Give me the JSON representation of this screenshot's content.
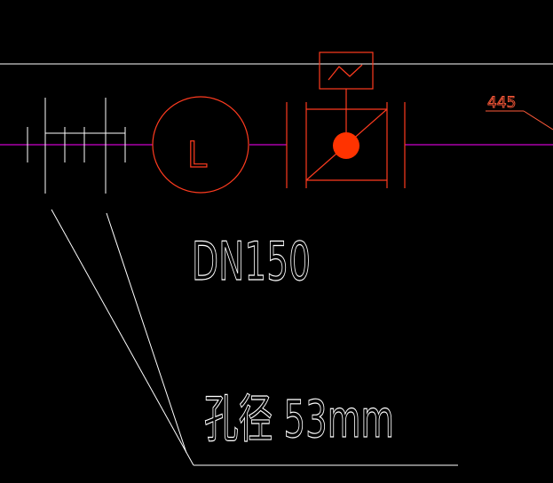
{
  "drawing": {
    "leader_label": "445",
    "pipe_size_label": "DN150",
    "hole_label": "孔径 53mm",
    "meter_symbol_letter": "L"
  },
  "colors": {
    "background": "#000000",
    "pipe_line": "#ff00ff",
    "white_line": "#ffffff",
    "meter_red": "#ff3b1f",
    "sensor_dot": "#ff3300",
    "label_red": "#ff5a3a"
  },
  "icons": {
    "flow_meter": "circle-L-flowmeter-icon",
    "valve": "valve-body-icon",
    "transmitter": "wave-transmitter-icon",
    "orifice_plate": "orifice-plate-icon"
  }
}
